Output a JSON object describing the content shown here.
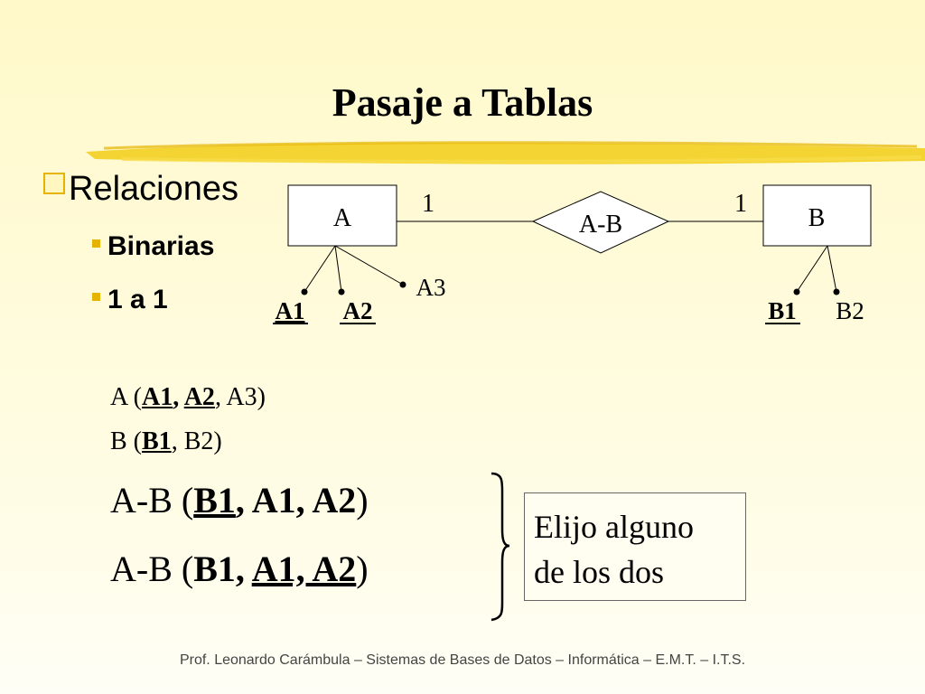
{
  "slide": {
    "title": "Pasaje a Tablas",
    "footer": "Prof. Leonardo Carámbula – Sistemas de Bases de Datos – Informática – E.M.T. – I.T.S."
  },
  "bullets": {
    "level1": "Relaciones",
    "level2": [
      "Binarias",
      "1 a 1"
    ]
  },
  "diagram": {
    "entity_a": "A",
    "entity_b": "B",
    "relationship": "A-B",
    "card_a": "1",
    "card_b": "1",
    "attrs_a": [
      "A1",
      "A2",
      "A3"
    ],
    "attrs_b": [
      "B1",
      "B2"
    ]
  },
  "tables": {
    "table_a": {
      "name": "A (",
      "k1": "A1",
      "sep1": ", ",
      "k2": "A2",
      "rest": ", A3)"
    },
    "table_b": {
      "name": "B (",
      "k1": "B1",
      "rest": ", B2)"
    },
    "option1": {
      "name": "A-B (",
      "key": "B1",
      "rest_bold": ", A1, A2",
      "close": ")"
    },
    "option2": {
      "name": "A-B (",
      "lead_bold": "B1, ",
      "key": "A1, A2",
      "close": ")"
    }
  },
  "note": {
    "line1": "Elijo alguno",
    "line2": "de los dos"
  },
  "colors": {
    "bullet_accent": "#e6b400",
    "brush": "#f2cc18"
  }
}
